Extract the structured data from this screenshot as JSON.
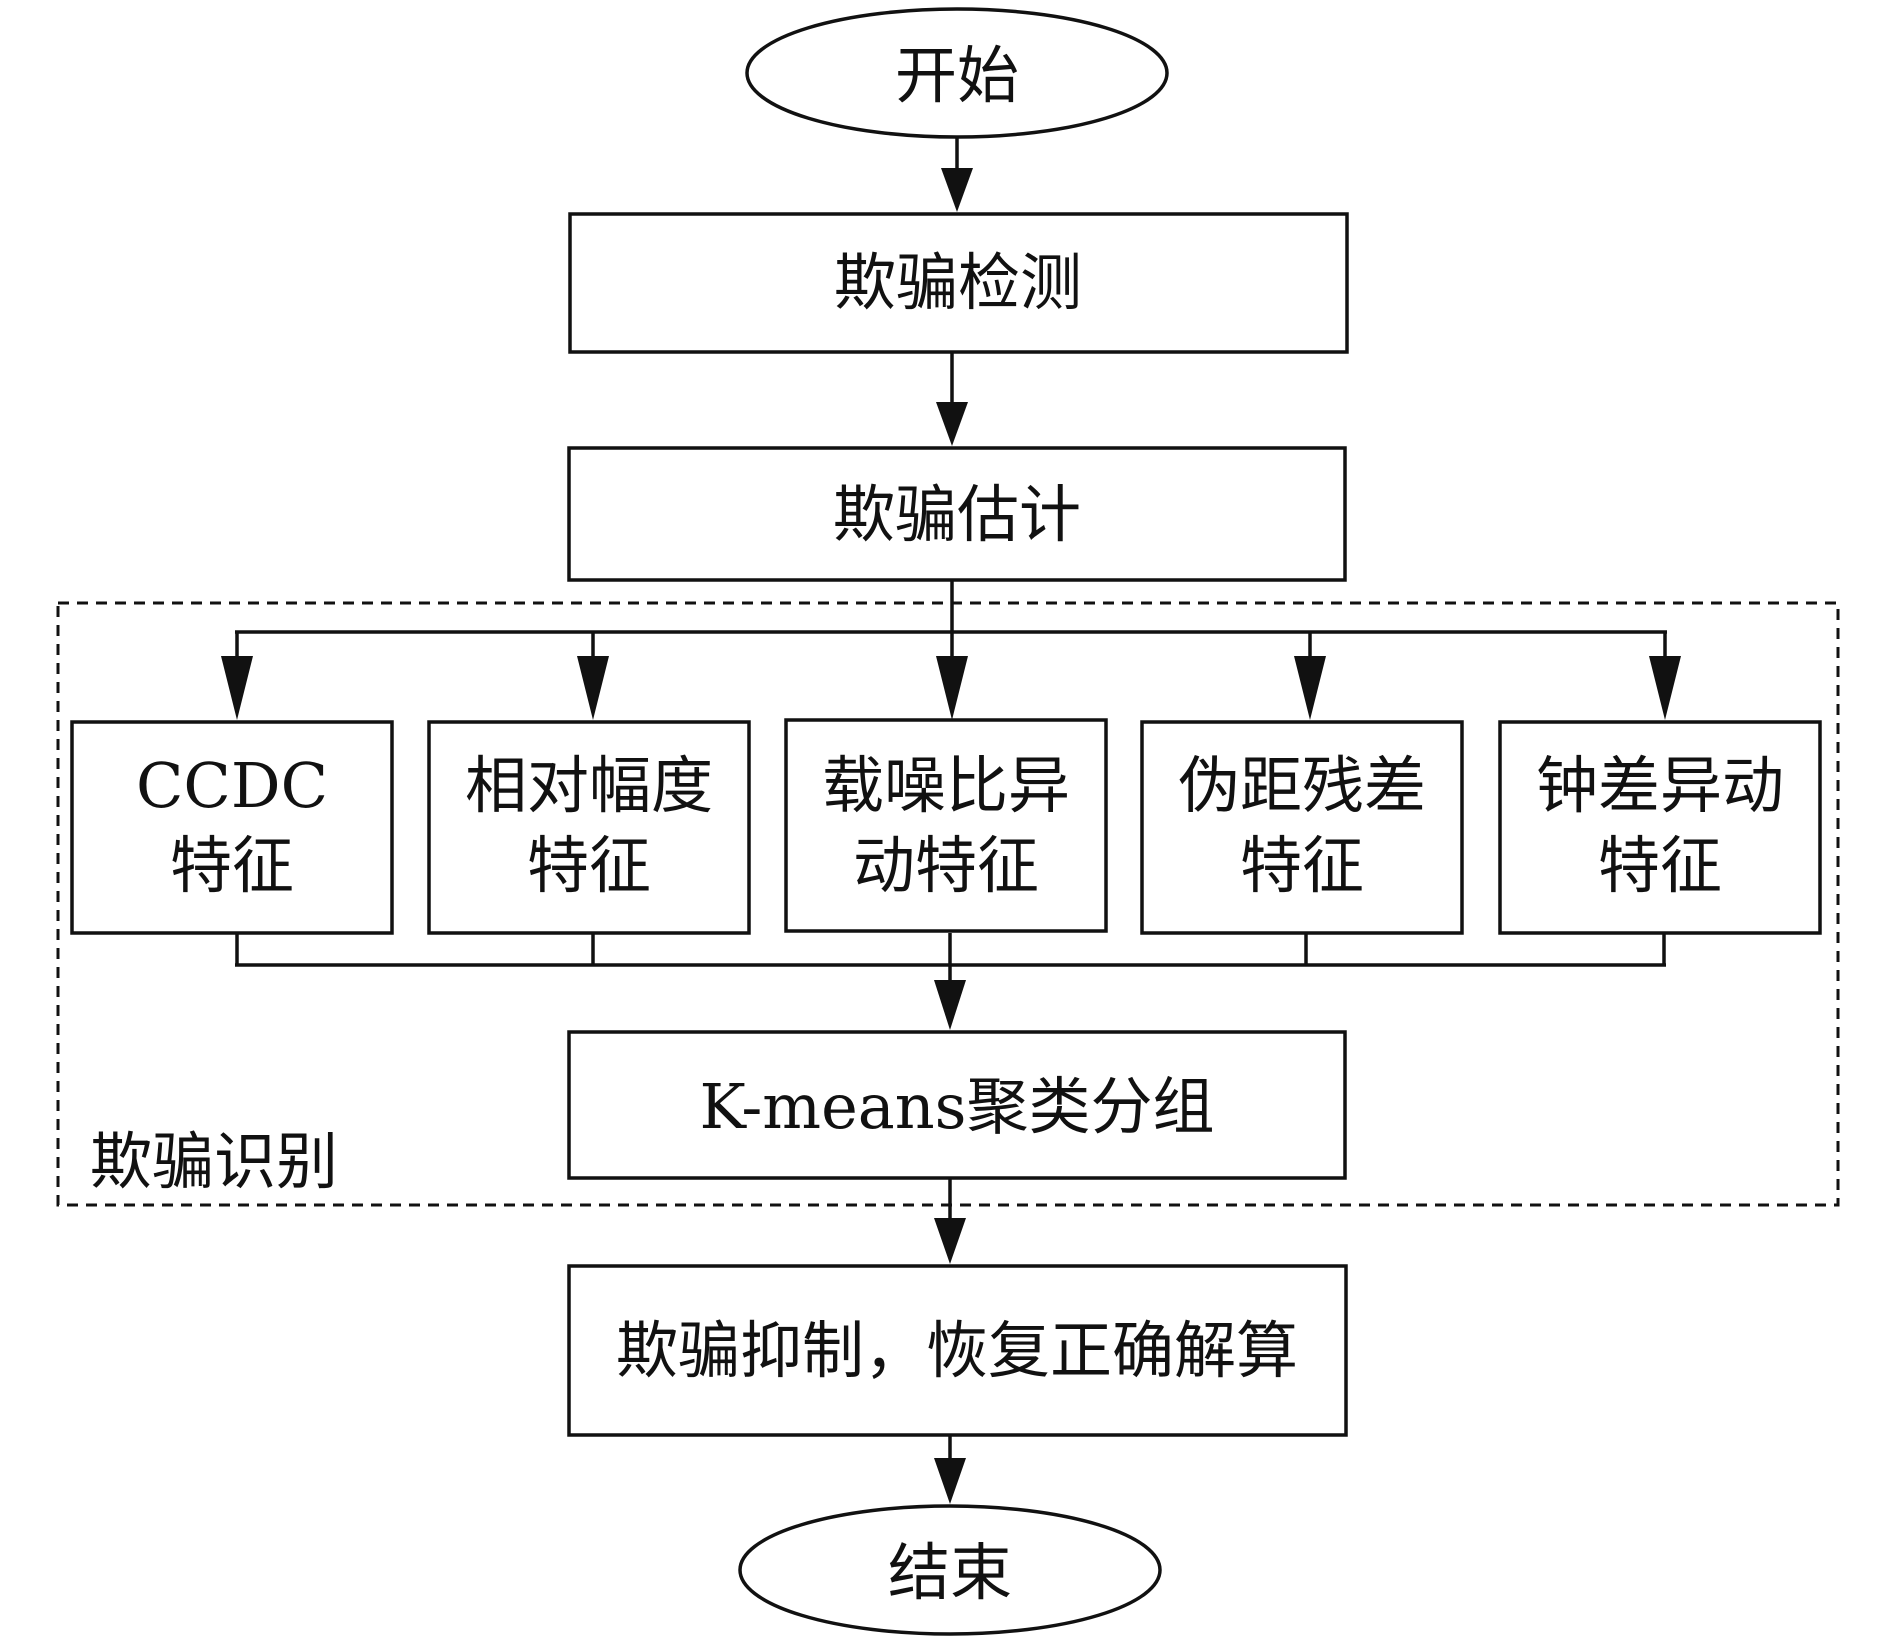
{
  "flowchart": {
    "start": "开始",
    "detect": "欺骗检测",
    "estimate": "欺骗估计",
    "identify_group": "欺骗识别",
    "features": [
      {
        "line1": "CCDC",
        "line2": "特征"
      },
      {
        "line1": "相对幅度",
        "line2": "特征"
      },
      {
        "line1": "载噪比异",
        "line2": "动特征"
      },
      {
        "line1": "伪距残差",
        "line2": "特征"
      },
      {
        "line1": "钟差异动",
        "line2": "特征"
      }
    ],
    "cluster": "K-means聚类分组",
    "suppress": "欺骗抑制，恢复正确解算",
    "end": "结束"
  }
}
